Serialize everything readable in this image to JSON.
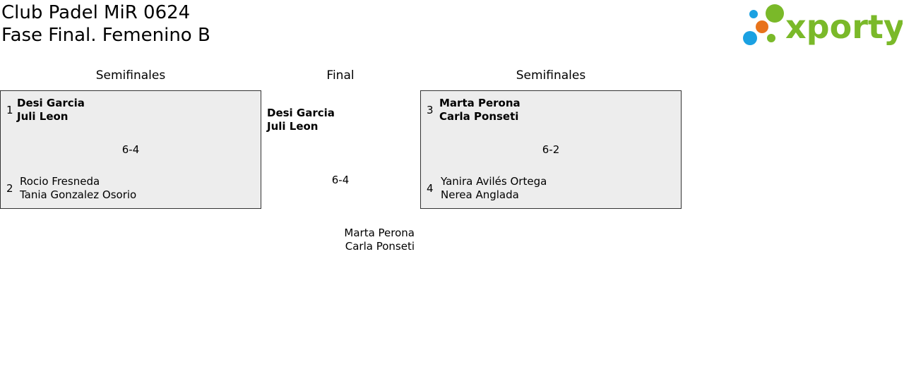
{
  "header": {
    "title": "Club Padel MiR 0624",
    "subtitle": "Fase Final. Femenino B",
    "logo_text": "xporty"
  },
  "colors": {
    "logo_green": "#7ab929",
    "logo_blue": "#1ba1e2",
    "logo_orange": "#e8731b",
    "box_bg": "#ededed"
  },
  "columns": {
    "left": "Semifinales",
    "center": "Final",
    "right": "Semifinales"
  },
  "semifinal_left": {
    "top_seed": "1",
    "top_player1": "Desi Garcia",
    "top_player2": "Juli Leon",
    "score": "6-4",
    "bottom_seed": "2",
    "bottom_player1": "Rocio Fresneda",
    "bottom_player2": "Tania Gonzalez Osorio"
  },
  "semifinal_right": {
    "top_seed": "3",
    "top_player1": "Marta Perona",
    "top_player2": "Carla Ponseti",
    "score": "6-2",
    "bottom_seed": "4",
    "bottom_player1": "Yanira Avilés Ortega",
    "bottom_player2": "Nerea Anglada"
  },
  "final": {
    "winner_player1": "Desi Garcia",
    "winner_player2": "Juli Leon",
    "score": "6-4",
    "runner_player1": "Marta Perona",
    "runner_player2": "Carla Ponseti"
  }
}
